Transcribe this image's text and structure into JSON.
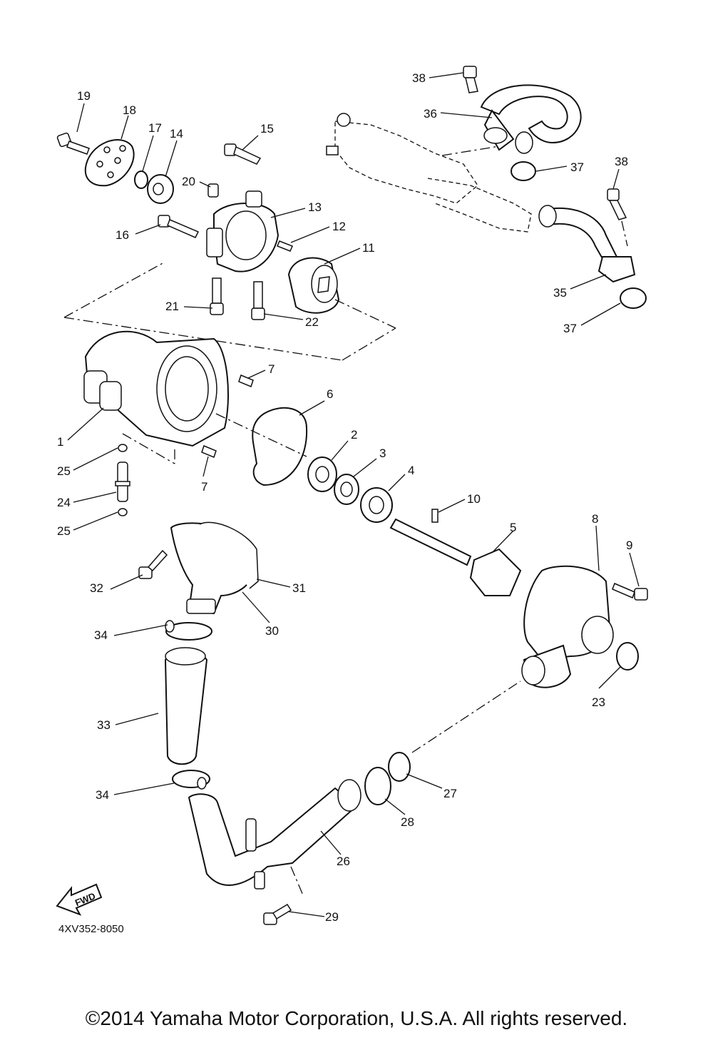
{
  "diagram": {
    "callouts": [
      {
        "id": "c1",
        "text": "1"
      },
      {
        "id": "c2",
        "text": "2"
      },
      {
        "id": "c3",
        "text": "3"
      },
      {
        "id": "c4",
        "text": "4"
      },
      {
        "id": "c5",
        "text": "5"
      },
      {
        "id": "c6",
        "text": "6"
      },
      {
        "id": "c7a",
        "text": "7"
      },
      {
        "id": "c7b",
        "text": "7"
      },
      {
        "id": "c8",
        "text": "8"
      },
      {
        "id": "c9",
        "text": "9"
      },
      {
        "id": "c10",
        "text": "10"
      },
      {
        "id": "c11",
        "text": "11"
      },
      {
        "id": "c12",
        "text": "12"
      },
      {
        "id": "c13",
        "text": "13"
      },
      {
        "id": "c14",
        "text": "14"
      },
      {
        "id": "c15",
        "text": "15"
      },
      {
        "id": "c16",
        "text": "16"
      },
      {
        "id": "c17",
        "text": "17"
      },
      {
        "id": "c18",
        "text": "18"
      },
      {
        "id": "c19",
        "text": "19"
      },
      {
        "id": "c20",
        "text": "20"
      },
      {
        "id": "c21",
        "text": "21"
      },
      {
        "id": "c22",
        "text": "22"
      },
      {
        "id": "c23",
        "text": "23"
      },
      {
        "id": "c24",
        "text": "24"
      },
      {
        "id": "c25a",
        "text": "25"
      },
      {
        "id": "c25b",
        "text": "25"
      },
      {
        "id": "c26",
        "text": "26"
      },
      {
        "id": "c27",
        "text": "27"
      },
      {
        "id": "c28",
        "text": "28"
      },
      {
        "id": "c29",
        "text": "29"
      },
      {
        "id": "c30",
        "text": "30"
      },
      {
        "id": "c31",
        "text": "31"
      },
      {
        "id": "c32",
        "text": "32"
      },
      {
        "id": "c33",
        "text": "33"
      },
      {
        "id": "c34a",
        "text": "34"
      },
      {
        "id": "c34b",
        "text": "34"
      },
      {
        "id": "c35",
        "text": "35"
      },
      {
        "id": "c36",
        "text": "36"
      },
      {
        "id": "c37a",
        "text": "37"
      },
      {
        "id": "c37b",
        "text": "37"
      },
      {
        "id": "c38a",
        "text": "38"
      },
      {
        "id": "c38b",
        "text": "38"
      }
    ],
    "fwd_label": "FWD",
    "diagram_code": "4XV352-8050"
  },
  "footer": {
    "copyright": "©2014 Yamaha Motor Corporation, U.S.A. All rights reserved."
  }
}
